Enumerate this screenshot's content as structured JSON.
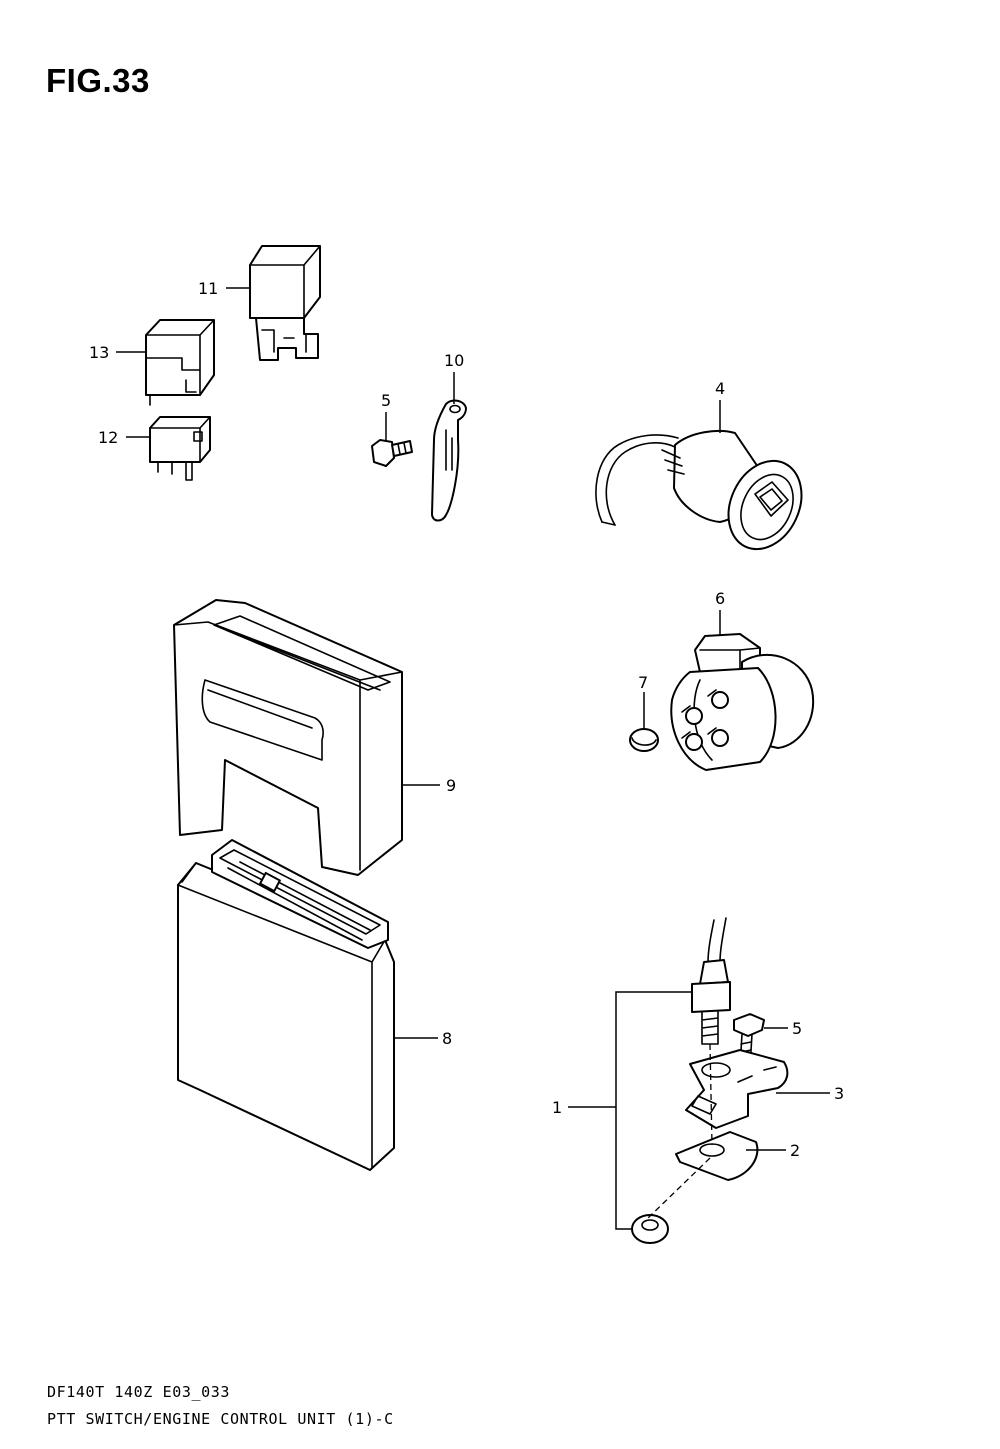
{
  "figure": {
    "title": "FIG.33"
  },
  "callouts": {
    "c1": "1",
    "c2": "2",
    "c3": "3",
    "c4": "4",
    "c5a": "5",
    "c5b": "5",
    "c6": "6",
    "c7": "7",
    "c8": "8",
    "c9": "9",
    "c10": "10",
    "c11": "11",
    "c12": "12",
    "c13": "13"
  },
  "footer": {
    "code": "DF140T 140Z E03_033",
    "caption": "PTT SWITCH/ENGINE CONTROL UNIT (1)-C"
  }
}
